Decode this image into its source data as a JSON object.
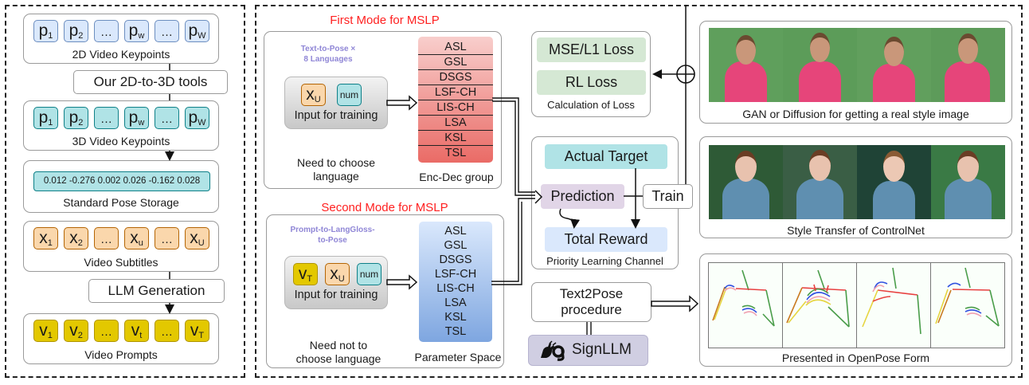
{
  "left_panel": {
    "keypoints_2d": {
      "tokens": [
        "p|1",
        "p|2",
        "…|",
        "p|w",
        "…|",
        "p|W"
      ],
      "caption": "2D Video Keypoints"
    },
    "tool_2d_to_3d": "Our 2D-to-3D tools",
    "keypoints_3d": {
      "tokens": [
        "p|1",
        "p|2",
        "…|",
        "p|w",
        "…|",
        "p|W"
      ],
      "caption": "3D Video Keypoints"
    },
    "pose_storage": {
      "values": "0.012 -0.276 0.002 0.026 -0.162 0.028",
      "caption": "Standard Pose Storage"
    },
    "subtitles": {
      "tokens": [
        "x|1",
        "x|2",
        "…|",
        "x|u",
        "…|",
        "x|U"
      ],
      "caption": "Video Subtitles"
    },
    "llm_generation": "LLM Generation",
    "prompts": {
      "tokens": [
        "v|1",
        "v|2",
        "…|",
        "v|t",
        "…|",
        "v|T"
      ],
      "caption": "Video Prompts"
    }
  },
  "first_mode": {
    "title": "First Mode for MSLP",
    "subtitle_line1": "Text-to-Pose ×",
    "subtitle_line2": "8 Languages",
    "input_tokens": [
      "x|U",
      "num|"
    ],
    "input_caption": "Input for training",
    "note_line1": "Need to choose",
    "note_line2": "language",
    "languages": [
      "ASL",
      "GSL",
      "DSGS",
      "LSF-CH",
      "LIS-CH",
      "LSA",
      "KSL",
      "TSL"
    ],
    "group_caption": "Enc-Dec group"
  },
  "second_mode": {
    "title": "Second Mode for MSLP",
    "subtitle_line1": "Prompt-to-LangGloss-",
    "subtitle_line2": "to-Pose",
    "input_tokens": [
      "v|T",
      "x|U",
      "num|"
    ],
    "input_caption": "Input for training",
    "note_line1": "Need not to",
    "note_line2": "choose language",
    "languages": [
      "ASL",
      "GSL",
      "DSGS",
      "LSF-CH",
      "LIS-CH",
      "LSA",
      "KSL",
      "TSL"
    ],
    "space_caption": "Parameter Space"
  },
  "loss": {
    "items": [
      "MSE/L1 Loss",
      "RL Loss"
    ],
    "caption": "Calculation of Loss"
  },
  "priority_channel": {
    "actual_target": "Actual Target",
    "prediction": "Prediction",
    "total_reward": "Total Reward",
    "train": "Train",
    "caption": "Priority Learning Channel"
  },
  "text2pose": {
    "line1": "Text2Pose",
    "line2": "procedure"
  },
  "signllm": {
    "label": "SignLLM",
    "icon": "sign-language-icon"
  },
  "outputs": {
    "gan_caption": "GAN or Diffusion for getting a real style image",
    "controlnet_caption": "Style Transfer of ControlNet",
    "openpose_caption": "Presented in OpenPose Form"
  },
  "colors": {
    "mode_title": "#ff2020",
    "mode_subtitle": "#8f86d6",
    "token_blue": "#dae8fc",
    "token_teal": "#b0e3e6",
    "token_orange": "#fad7ac",
    "token_yellow": "#e3c800",
    "loss_green": "#d5e8d4",
    "target_teal": "#b0e3e6",
    "prediction_purple": "#e1d5e7",
    "reward_blue": "#dae8fc",
    "signllm_purple": "#d0cee2"
  }
}
